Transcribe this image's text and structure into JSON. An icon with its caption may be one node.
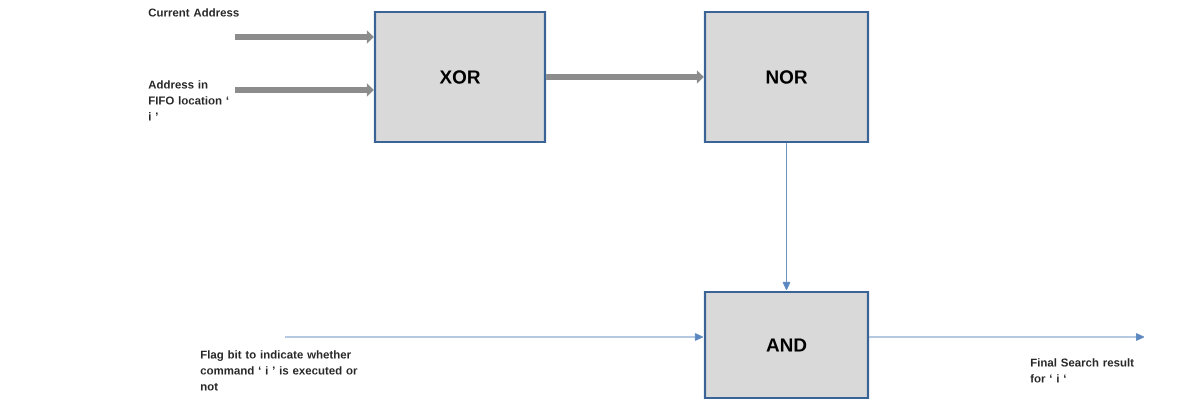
{
  "diagram": {
    "nodes": [
      {
        "text": [
          "Current Address"
        ]
      },
      {
        "text": [
          "Address in FIFO location ‘ i ’"
        ]
      },
      {
        "text": [
          "XOR"
        ]
      },
      {
        "text": [
          "NOR"
        ]
      },
      {
        "text": [
          "Flag bit to indicate whether command ‘ i ’ is executed or not"
        ]
      },
      {
        "text": [
          "AND"
        ]
      },
      {
        "text": [
          "Final Search result for ‘ i ‘"
        ]
      }
    ],
    "edges": [
      {
        "from": 0,
        "to": 2,
        "arrow": "to",
        "style": "thick",
        "color": "#8c8c8c"
      },
      {
        "from": 1,
        "to": 2,
        "arrow": "to",
        "style": "thick",
        "color": "#8c8c8c"
      },
      {
        "from": 2,
        "to": 3,
        "arrow": "to",
        "style": "thick",
        "color": "#8c8c8c"
      },
      {
        "from": 3,
        "to": 5,
        "arrow": "to"
      },
      {
        "from": 4,
        "to": 5,
        "arrow": "to"
      },
      {
        "from": 5,
        "to": 6,
        "arrow": "to"
      }
    ]
  }
}
